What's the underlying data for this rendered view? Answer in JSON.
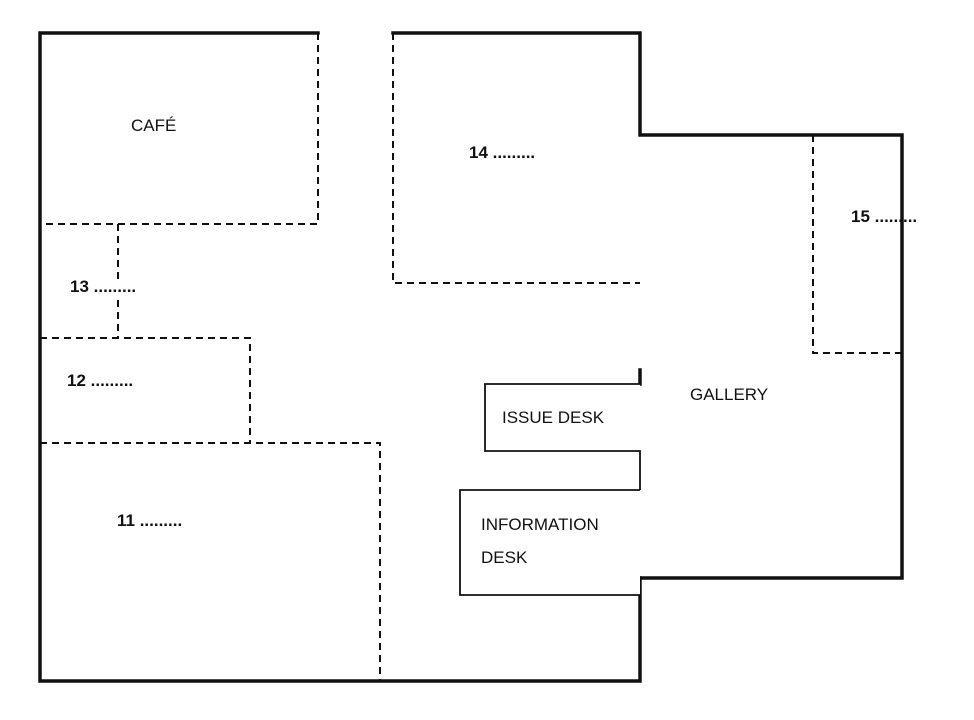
{
  "floor_plan": {
    "rooms": {
      "cafe": "CAFÉ",
      "gallery": "GALLERY",
      "issue_desk": "ISSUE DESK",
      "information_desk_line1": "INFORMATION",
      "information_desk_line2": "DESK"
    },
    "blanks": {
      "b11": "11 .........",
      "b12": "12 .........",
      "b13": "13 .........",
      "b14": "14 .........",
      "b15": "15 ........."
    }
  }
}
